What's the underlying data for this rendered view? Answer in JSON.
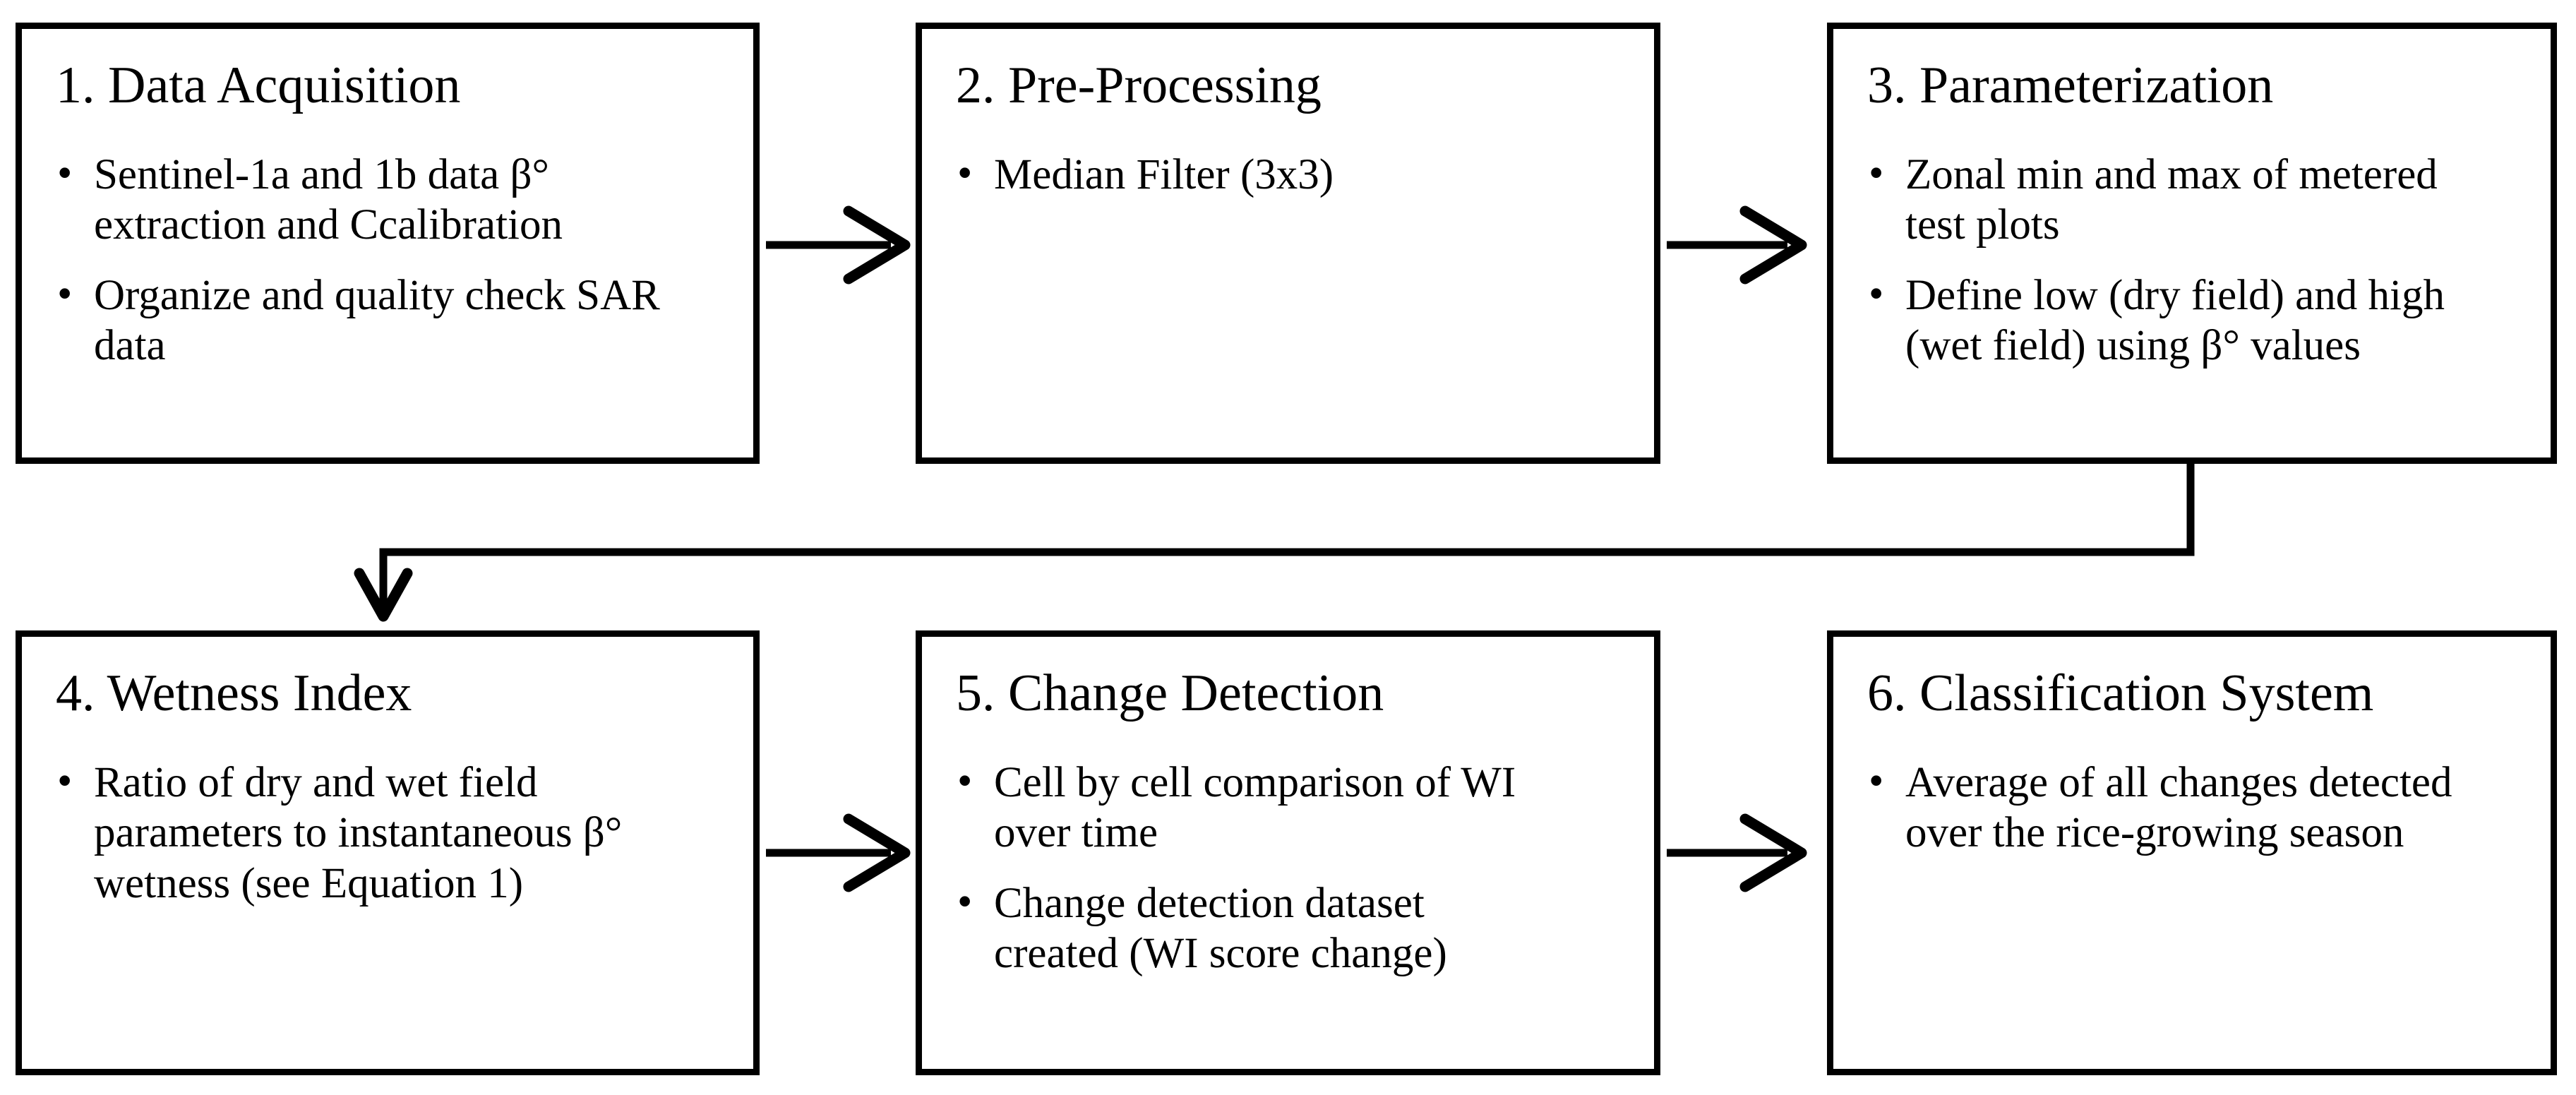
{
  "diagram": {
    "type": "flowchart",
    "background_color": "#ffffff",
    "ink_color": "#000000",
    "flow": [
      "1 -> 2",
      "2 -> 3",
      "3 -> 4 (elbow down-left-down)",
      "4 -> 5",
      "5 -> 6"
    ]
  },
  "boxes": [
    {
      "title": "1. Data Acquisition",
      "bullets": [
        "Sentinel-1a and 1b data β°\nextraction and Ccalibration",
        "Organize and quality check SAR\ndata"
      ]
    },
    {
      "title": "2. Pre-Processing",
      "bullets": [
        "Median Filter (3x3)"
      ]
    },
    {
      "title": "3. Parameterization",
      "bullets": [
        "Zonal min and max of metered\ntest plots",
        "Define low (dry field) and high\n(wet field) using β° values"
      ]
    },
    {
      "title": "4. Wetness Index",
      "bullets": [
        "Ratio of dry and wet field\nparameters to instantaneous β°\nwetness (see Equation 1)"
      ]
    },
    {
      "title": "5. Change Detection",
      "bullets": [
        "Cell by cell comparison of WI\nover time",
        "Change detection dataset\ncreated (WI score change)"
      ]
    },
    {
      "title": "6. Classification System",
      "bullets": [
        "Average of all changes detected\nover the rice-growing season"
      ]
    }
  ]
}
